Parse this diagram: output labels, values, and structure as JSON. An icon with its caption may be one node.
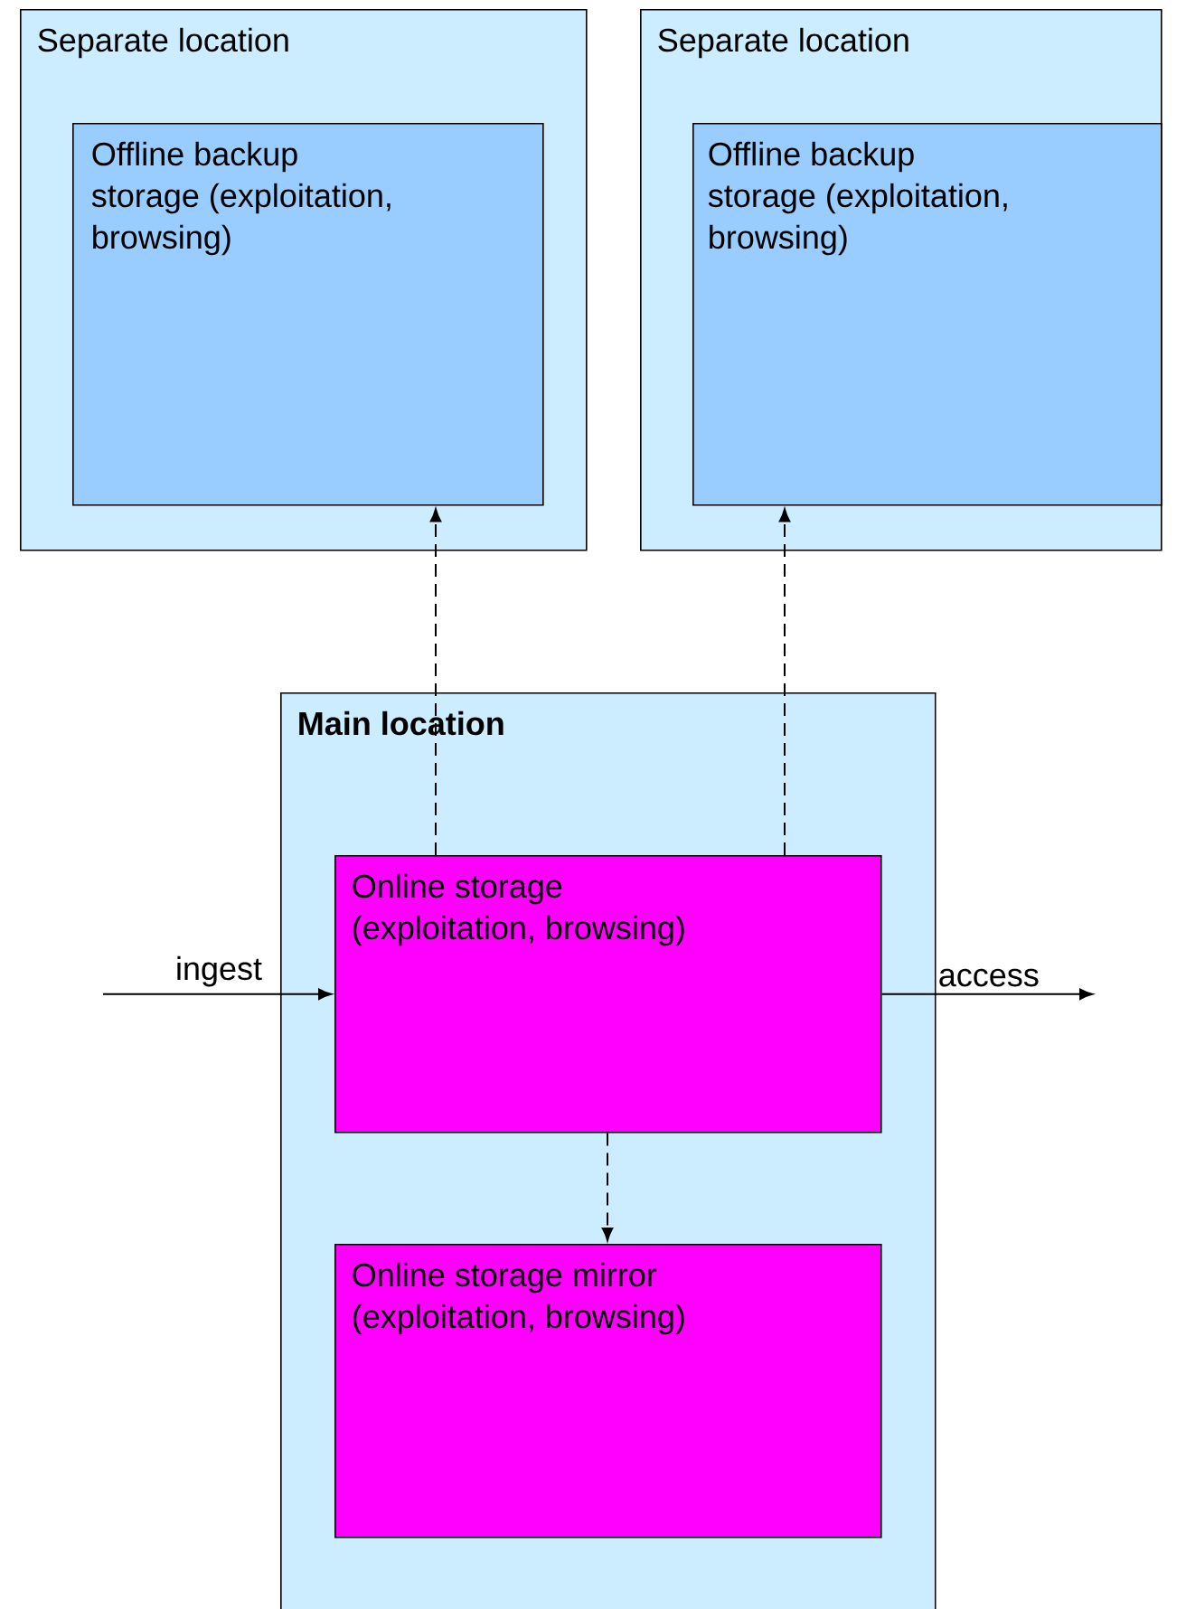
{
  "diagram": {
    "nodes": [
      {
        "text": [
          "Separate location"
        ]
      },
      {
        "text": [
          "Offline backup storage (exploitation, browsing)"
        ],
        "in": 0
      },
      {
        "text": [
          "Separate location"
        ]
      },
      {
        "text": [
          "Offline backup storage (exploitation, browsing)"
        ],
        "in": 2
      },
      {
        "text": [
          "**Main location**"
        ]
      },
      {
        "text": [
          "Online storage (exploitation, browsing)"
        ],
        "in": 4
      },
      {
        "text": [
          "Online storage mirror (exploitation, browsing)"
        ],
        "in": 4
      }
    ],
    "edges": [
      {
        "from": 5,
        "to": 1,
        "arrow": "to",
        "style": "dashed"
      },
      {
        "from": 5,
        "to": 3,
        "arrow": "to",
        "style": "dashed"
      },
      {
        "from": 5,
        "to": 6,
        "arrow": "to",
        "style": "dashed"
      },
      {
        "from": null,
        "to": 5,
        "arrow": "to",
        "label": "ingest"
      },
      {
        "from": 5,
        "to": null,
        "arrow": "to",
        "label": "access"
      }
    ]
  }
}
